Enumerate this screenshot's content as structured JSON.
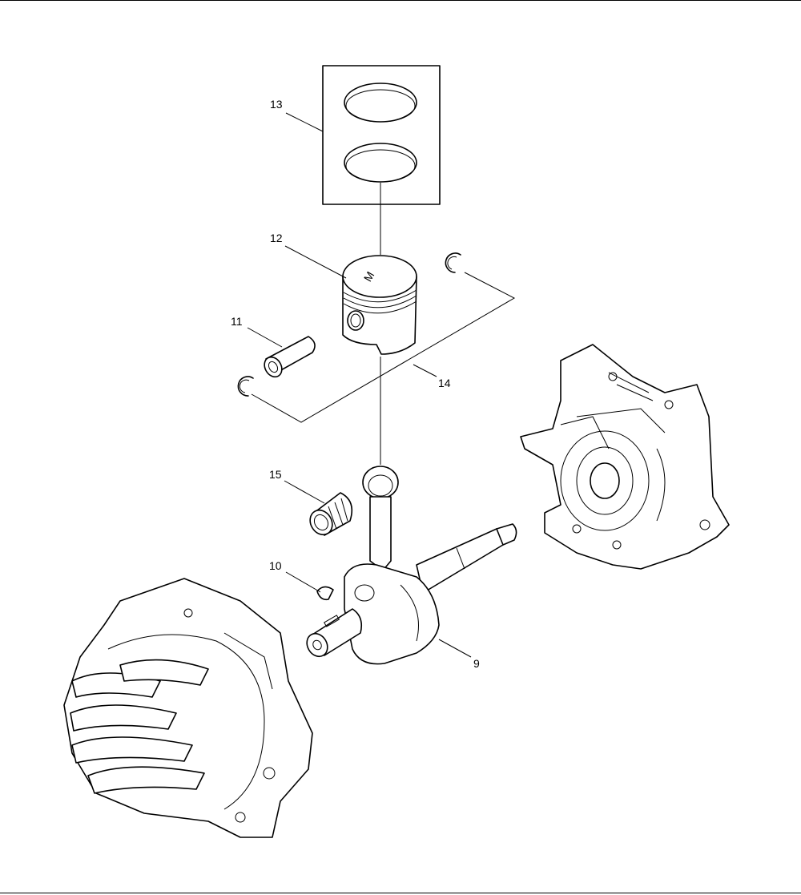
{
  "callouts": {
    "c9": "9",
    "c10": "10",
    "c11": "11",
    "c12": "12",
    "c13": "13",
    "c14": "14",
    "c15": "15"
  },
  "piston_mark": "M",
  "colors": {
    "line": "#000000",
    "background": "#ffffff"
  }
}
